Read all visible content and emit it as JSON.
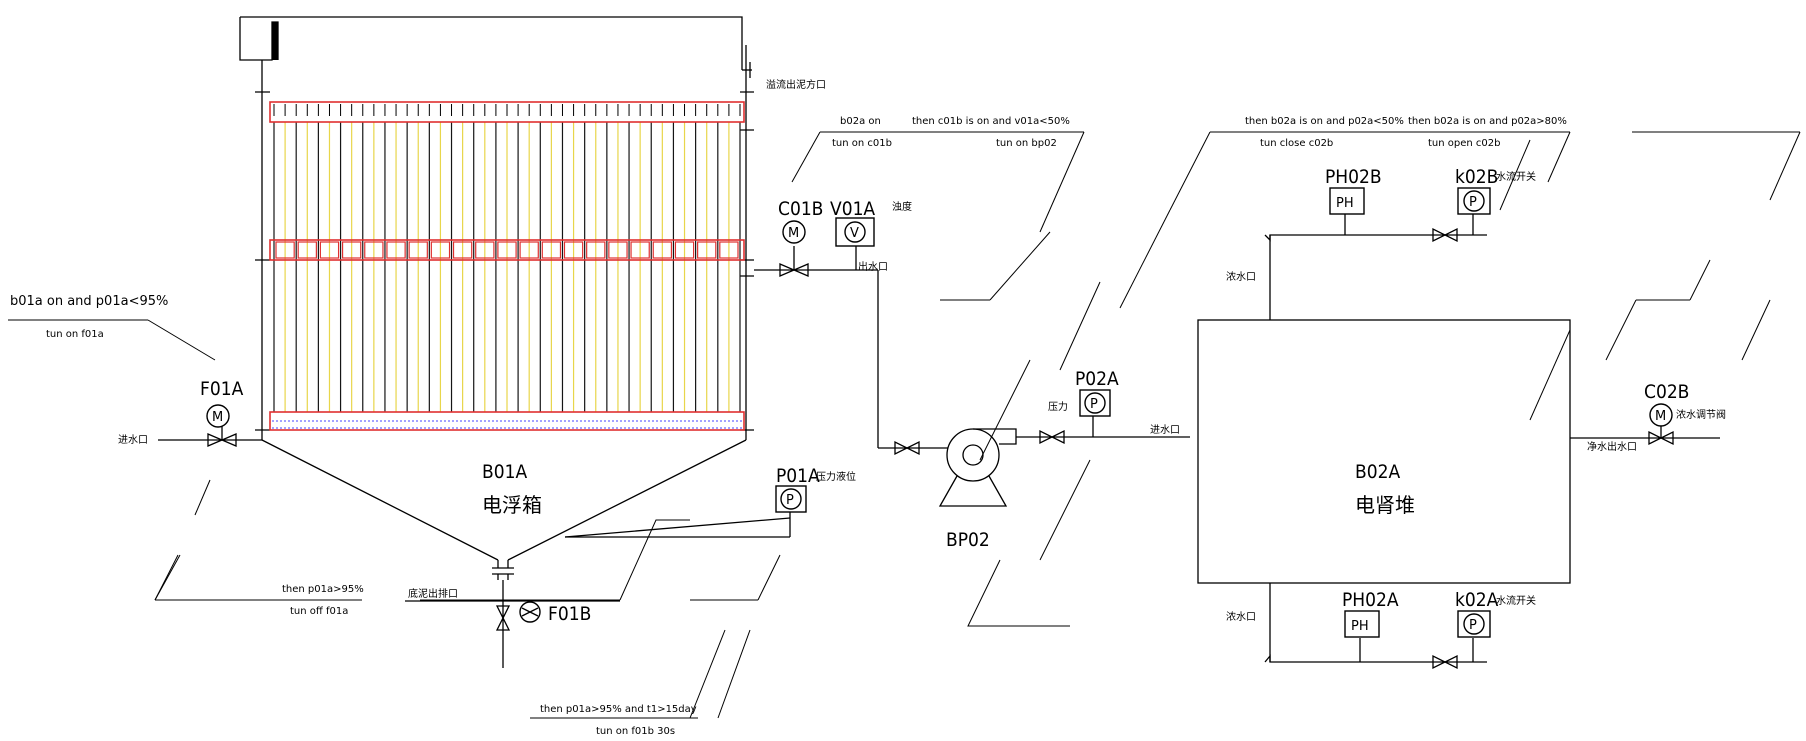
{
  "equipment": {
    "tank_id": "B01A",
    "tank_name": "电浮箱",
    "pump_id": "BP02",
    "stack_id": "B02A",
    "stack_name": "电肾堆"
  },
  "instruments": {
    "f01a": {
      "tag": "F01A",
      "symbol": "M"
    },
    "f01b": {
      "tag": "F01B"
    },
    "c01b": {
      "tag": "C01B",
      "symbol": "M"
    },
    "v01a": {
      "tag": "V01A",
      "symbol": "V"
    },
    "p01a": {
      "tag": "P01A",
      "symbol": "P"
    },
    "p02a": {
      "tag": "P02A",
      "symbol": "P"
    },
    "ph02b": {
      "tag": "PH02B",
      "symbol": "PH"
    },
    "k02b": {
      "tag": "k02B",
      "symbol": "P"
    },
    "ph02a": {
      "tag": "PH02A",
      "symbol": "PH"
    },
    "k02a": {
      "tag": "k02A",
      "symbol": "P"
    },
    "c02b": {
      "tag": "C02B",
      "symbol": "M"
    }
  },
  "ports": {
    "inlet": "进水口",
    "overflow": "溢流出泥方口",
    "outlet_c01b": "出水口",
    "turbidity": "浊度",
    "pressure_level": "压力液位",
    "sludge": "底泥出排口",
    "pressure": "压力",
    "stack_inlet": "进水口",
    "concentrate_top": "浓水口",
    "k02b_switch": "水流开关",
    "clean_outlet": "净水出水口",
    "c02b_valve": "浓水调节阀",
    "concentrate_bottom": "浓水口",
    "k02a_switch": "水流开关"
  },
  "rules": {
    "r1_cond": "b01a on and p01a<95%",
    "r1_act": "tun on f01a",
    "r2_cond": "then p01a>95%",
    "r2_act": "tun off f01a",
    "r3_cond": "then p01a>95% and t1>15day",
    "r3_act": "tun on f01b 30s",
    "r4_cond": "b02a on",
    "r4_act": "tun on c01b",
    "r5_cond": "then c01b is on and v01a<50%",
    "r5_act": "tun on bp02",
    "r6_cond": "then b02a is on and p02a<50%",
    "r6_act": "tun close c02b",
    "r7_cond": "then b02a is on and p02a>80%",
    "r7_act": "tun open c02b"
  }
}
